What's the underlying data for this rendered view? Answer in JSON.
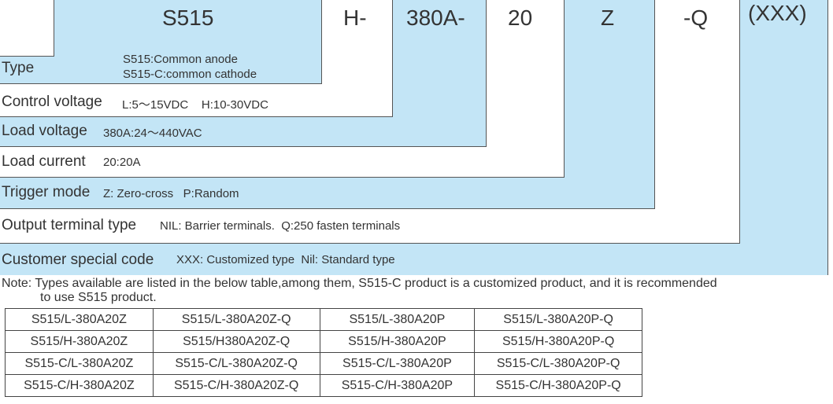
{
  "codes": {
    "series": "S515",
    "control": "H-",
    "load": "380A-",
    "current": "20",
    "trigger": "Z",
    "terminal": "-Q",
    "custom": "(XXX)"
  },
  "rows": {
    "type": {
      "label": "Type",
      "desc_line1": "S515:Common anode",
      "desc_line2": "S515-C:common cathode"
    },
    "control_voltage": {
      "label": "Control voltage",
      "desc": "L:5～15VDC    H:10-30VDC"
    },
    "load_voltage": {
      "label": "Load voltage",
      "desc": "380A:24～440VAC"
    },
    "load_current": {
      "label": "Load current",
      "desc": "20:20A"
    },
    "trigger_mode": {
      "label": "Trigger mode",
      "desc": "Z: Zero-cross   P:Random"
    },
    "output_terminal": {
      "label": "Output terminal type",
      "desc": "NIL: Barrier terminals.  Q:250 fasten terminals"
    },
    "customer_code": {
      "label": "Customer special code",
      "desc": "XXX: Customized type  Nil: Standard type"
    }
  },
  "note": {
    "line1": "Note: Types available are listed in the below table,among them, S515-C product is a customized product, and it is recommended",
    "line2": "to use S515 product."
  },
  "models": [
    [
      "S515/L-380A20Z",
      "S515/L-380A20Z-Q",
      "S515/L-380A20P",
      "S515/L-380A20P-Q"
    ],
    [
      "S515/H-380A20Z",
      "S515/H380A20Z-Q",
      "S515/H-380A20P",
      "S515/H-380A20P-Q"
    ],
    [
      "S515-C/L-380A20Z",
      "S515-C/L-380A20Z-Q",
      "S515-C/L-380A20P",
      "S515-C/L-380A20P-Q"
    ],
    [
      "S515-C/H-380A20Z",
      "S515-C/H-380A20Z-Q",
      "S515-C/H-380A20P",
      "S515-C/H-380A20P-Q"
    ]
  ]
}
